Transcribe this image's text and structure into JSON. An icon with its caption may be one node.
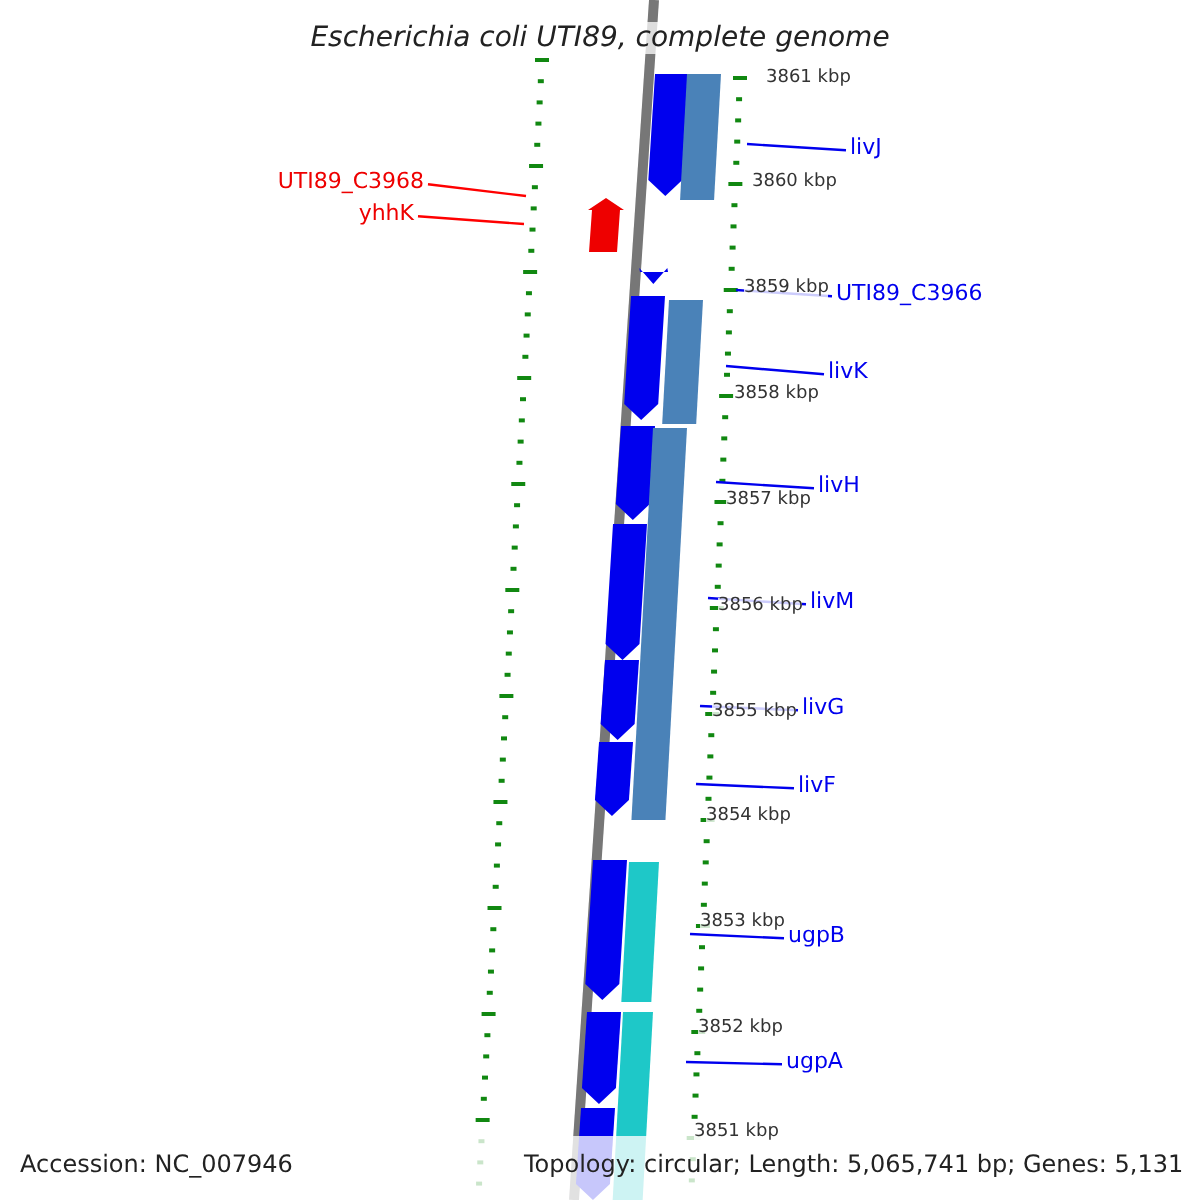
{
  "diagram": {
    "title": "Escherichia coli UTI89, complete genome",
    "nodes": [
      {
        "text": [
          "livJ"
        ]
      },
      {
        "text": [
          "UTI89_C3968"
        ]
      },
      {
        "text": [
          "yhhK"
        ]
      },
      {
        "text": [
          "UTI89_C3966"
        ]
      },
      {
        "text": [
          "livK"
        ]
      },
      {
        "text": [
          "livH"
        ]
      },
      {
        "text": [
          "livM"
        ]
      },
      {
        "text": [
          "livG"
        ]
      },
      {
        "text": [
          "livF"
        ]
      },
      {
        "text": [
          "ugpB"
        ]
      },
      {
        "text": [
          "ugpA"
        ]
      },
      {
        "text": [],
        "shape": "picture"
      }
    ],
    "edges": [
      {
        "from": 0,
        "to": 11,
        "arrow": "none"
      },
      {
        "from": 1,
        "to": 11,
        "arrow": "none",
        "color": "#ff0000"
      },
      {
        "from": 2,
        "to": 11,
        "arrow": "none",
        "color": "#ff0000"
      },
      {
        "from": 3,
        "to": 11,
        "arrow": "none"
      },
      {
        "from": 4,
        "to": 11,
        "arrow": "none"
      },
      {
        "from": 5,
        "to": 11,
        "arrow": "none"
      },
      {
        "from": 6,
        "to": 11,
        "arrow": "none"
      },
      {
        "from": 7,
        "to": 11,
        "arrow": "none"
      },
      {
        "from": 8,
        "to": 11,
        "arrow": "none"
      },
      {
        "from": 9,
        "to": 11,
        "arrow": "none"
      },
      {
        "from": 10,
        "to": 11,
        "arrow": "none"
      }
    ],
    "labels": [
      "3861 kbp",
      "3860 kbp",
      "3859 kbp",
      "3858 kbp",
      "3857 kbp",
      "3856 kbp",
      "3855 kbp",
      "3854 kbp",
      "3853 kbp",
      "3852 kbp",
      "3851 kbp",
      "Accession: NC_007946",
      "Topology: circular; Length: 5,065,741 bp; Genes: 5,131"
    ]
  }
}
